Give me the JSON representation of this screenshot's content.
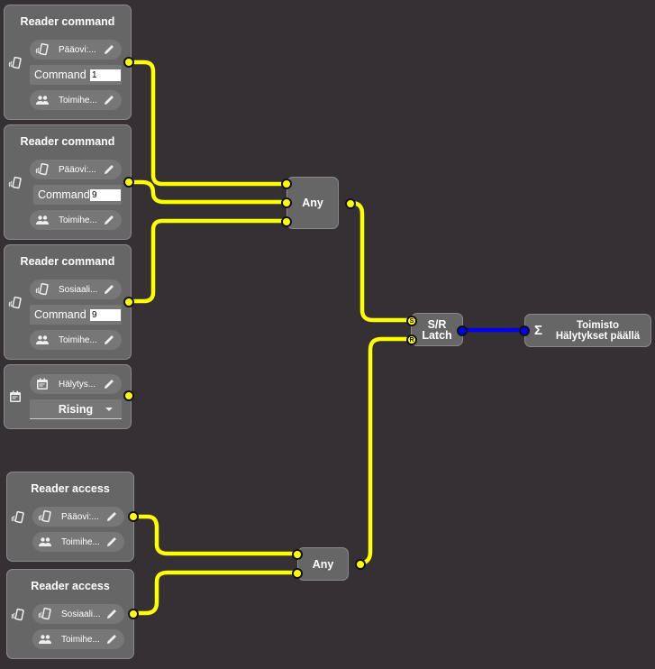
{
  "colors": {
    "background": "#353033",
    "node_fill": "#666666",
    "signal_wire": "#ffff00",
    "output_wire": "#0000ee"
  },
  "reader_command_nodes": [
    {
      "title": "Reader command",
      "reader": {
        "label": "Pääovi:...",
        "icon": "card-reader-icon"
      },
      "command": {
        "label": "Command",
        "value": "1"
      },
      "group": {
        "label": "Toimihe...",
        "icon": "people-icon"
      }
    },
    {
      "title": "Reader command",
      "reader": {
        "label": "Pääovi:...",
        "icon": "card-reader-icon"
      },
      "command": {
        "label": "Command",
        "value": "9"
      },
      "group": {
        "label": "Toimihe...",
        "icon": "people-icon"
      }
    },
    {
      "title": "Reader command",
      "reader": {
        "label": "Sosiaali...",
        "icon": "card-reader-icon"
      },
      "command": {
        "label": "Command",
        "value": "9"
      },
      "group": {
        "label": "Toimihe...",
        "icon": "people-icon"
      }
    }
  ],
  "schedule_node": {
    "item": {
      "label": "Hälytys...",
      "icon": "calendar-icon"
    },
    "edge": {
      "selected": "Rising"
    }
  },
  "reader_access_nodes": [
    {
      "title": "Reader access",
      "reader": {
        "label": "Pääovi:...",
        "icon": "card-reader-icon"
      },
      "group": {
        "label": "Toimihe...",
        "icon": "people-icon"
      }
    },
    {
      "title": "Reader access",
      "reader": {
        "label": "Sosiaali...",
        "icon": "card-reader-icon"
      },
      "group": {
        "label": "Toimihe...",
        "icon": "people-icon"
      }
    }
  ],
  "any_nodes": [
    {
      "label": "Any"
    },
    {
      "label": "Any"
    }
  ],
  "latch_node": {
    "label_line1": "S/R",
    "label_line2": "Latch",
    "set_port": "S",
    "reset_port": "R"
  },
  "output_node": {
    "icon": "sigma-icon",
    "symbol": "Σ",
    "line1": "Toimisto",
    "line2": "Hälytykset päällä"
  }
}
